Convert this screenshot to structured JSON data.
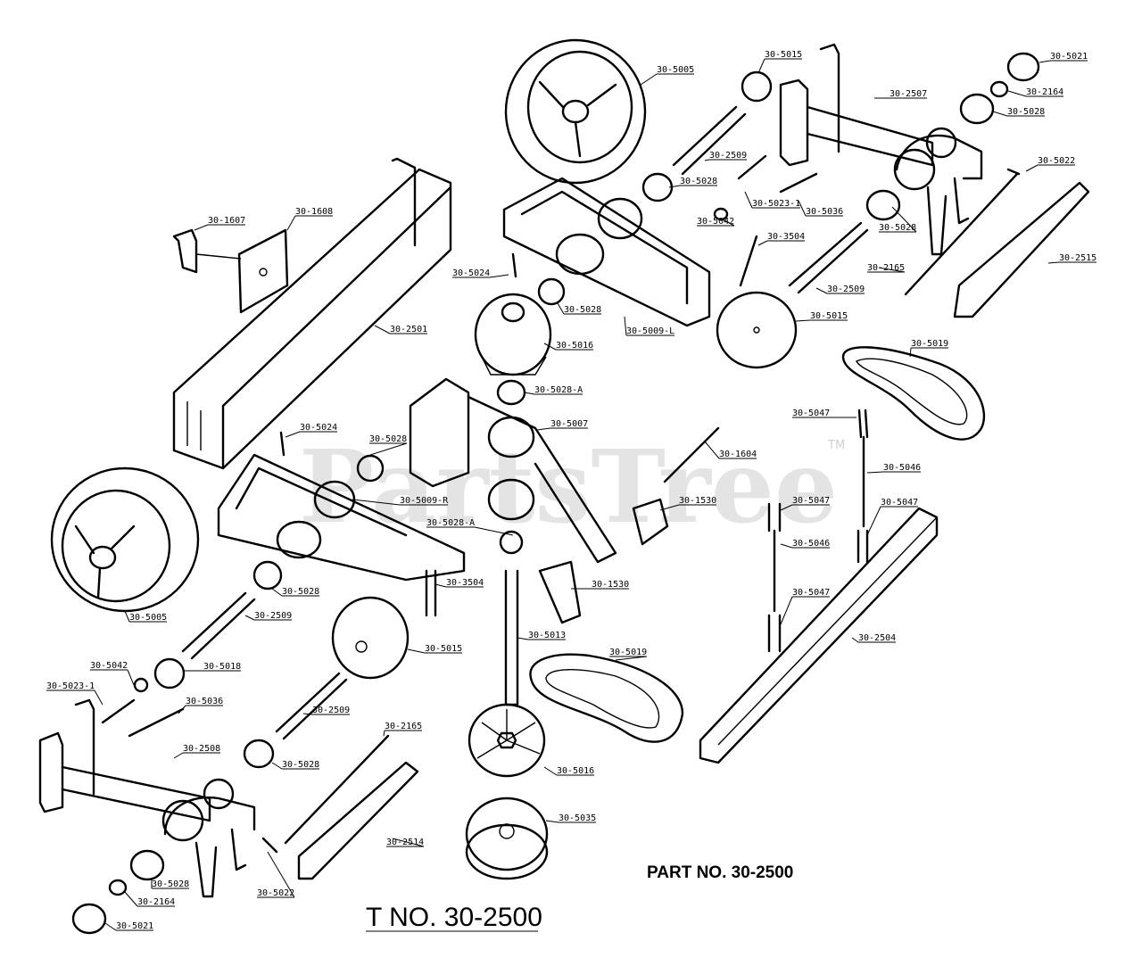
{
  "watermark": {
    "text": "PartsTree",
    "trademark": "TM"
  },
  "part_number_label": "PART NO. 30-2500",
  "title_label": "T NO. 30-2500",
  "callouts": [
    {
      "id": "c1",
      "text": "30-5005"
    },
    {
      "id": "c2",
      "text": "30-5015"
    },
    {
      "id": "c3",
      "text": "30-2507"
    },
    {
      "id": "c4",
      "text": "30-5021"
    },
    {
      "id": "c5",
      "text": "30-2164"
    },
    {
      "id": "c6",
      "text": "30-5028"
    },
    {
      "id": "c7",
      "text": "30-2509"
    },
    {
      "id": "c8",
      "text": "30-5028"
    },
    {
      "id": "c9",
      "text": "30-5022"
    },
    {
      "id": "c10",
      "text": "30-5023-1"
    },
    {
      "id": "c11",
      "text": "30-5036"
    },
    {
      "id": "c12",
      "text": "30-5042"
    },
    {
      "id": "c13",
      "text": "30-5028"
    },
    {
      "id": "c14",
      "text": "30-3504"
    },
    {
      "id": "c15",
      "text": "30-2165"
    },
    {
      "id": "c16",
      "text": "30-2515"
    },
    {
      "id": "c17",
      "text": "30-2509"
    },
    {
      "id": "c18",
      "text": "30-5015"
    },
    {
      "id": "c19",
      "text": "30-1607"
    },
    {
      "id": "c20",
      "text": "30-1608"
    },
    {
      "id": "c21",
      "text": "30-2501"
    },
    {
      "id": "c22",
      "text": "30-5024"
    },
    {
      "id": "c23",
      "text": "30-5028"
    },
    {
      "id": "c24",
      "text": "30-5009-L"
    },
    {
      "id": "c25",
      "text": "30-5016"
    },
    {
      "id": "c26",
      "text": "30-5019"
    },
    {
      "id": "c27",
      "text": "30-5028-A"
    },
    {
      "id": "c28",
      "text": "30-5007"
    },
    {
      "id": "c29",
      "text": "30-5047"
    },
    {
      "id": "c30",
      "text": "30-5046"
    },
    {
      "id": "c31",
      "text": "30-1604"
    },
    {
      "id": "c32",
      "text": "30-5024"
    },
    {
      "id": "c33",
      "text": "30-5028"
    },
    {
      "id": "c34",
      "text": "30-5009-R"
    },
    {
      "id": "c35",
      "text": "30-5028-A"
    },
    {
      "id": "c36",
      "text": "30-1530"
    },
    {
      "id": "c37",
      "text": "30-5047"
    },
    {
      "id": "c38",
      "text": "30-5047"
    },
    {
      "id": "c39",
      "text": "30-5046"
    },
    {
      "id": "c40",
      "text": "30-3504"
    },
    {
      "id": "c41",
      "text": "30-1530"
    },
    {
      "id": "c42",
      "text": "30-5005"
    },
    {
      "id": "c43",
      "text": "30-5028"
    },
    {
      "id": "c44",
      "text": "30-2509"
    },
    {
      "id": "c45",
      "text": "30-5047"
    },
    {
      "id": "c46",
      "text": "30-5015"
    },
    {
      "id": "c47",
      "text": "30-5013"
    },
    {
      "id": "c48",
      "text": "30-5019"
    },
    {
      "id": "c49",
      "text": "30-2504"
    },
    {
      "id": "c50",
      "text": "30-5018"
    },
    {
      "id": "c51",
      "text": "30-5042"
    },
    {
      "id": "c52",
      "text": "30-5023-1"
    },
    {
      "id": "c53",
      "text": "30-5036"
    },
    {
      "id": "c54",
      "text": "30-2509"
    },
    {
      "id": "c55",
      "text": "30-2508"
    },
    {
      "id": "c56",
      "text": "30-5028"
    },
    {
      "id": "c57",
      "text": "30-2165"
    },
    {
      "id": "c58",
      "text": "30-5016"
    },
    {
      "id": "c59",
      "text": "30-5035"
    },
    {
      "id": "c60",
      "text": "30-2514"
    },
    {
      "id": "c61",
      "text": "30-5028"
    },
    {
      "id": "c62",
      "text": "30-2164"
    },
    {
      "id": "c63",
      "text": "30-5022"
    },
    {
      "id": "c64",
      "text": "30-5021"
    }
  ]
}
